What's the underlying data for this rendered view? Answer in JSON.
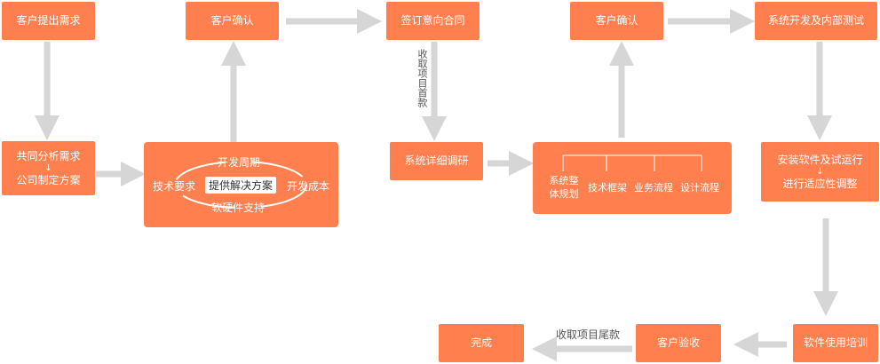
{
  "nodes": {
    "client_request": "客户提出需求",
    "client_confirm_1": "客户确认",
    "sign_intent": "签订意向合同",
    "client_confirm_2": "客户确认",
    "dev_test": "系统开发及内部测试",
    "analyze_top": "共同分析需求",
    "analyze_bottom": "公司制定方案",
    "detail_research": "系统详细调研",
    "install_top": "安装软件及试运行",
    "install_bottom": "进行适应性调整",
    "training": "软件使用培训",
    "client_accept": "客户验收",
    "complete": "完成"
  },
  "solution": {
    "center": "提供解决方案",
    "top": "开发周期",
    "left": "技术要求",
    "right": "开发成本",
    "bottom": "软硬件支持"
  },
  "plan": {
    "items": [
      "系统整体规划",
      "技术框架",
      "业务流程",
      "设计流程"
    ]
  },
  "labels": {
    "first_payment": "收取项目首款",
    "final_payment": "收取项目尾款",
    "down_arrow": "↓"
  },
  "colors": {
    "box": "#ff7f4f",
    "arrow": "#d6d6d6"
  }
}
